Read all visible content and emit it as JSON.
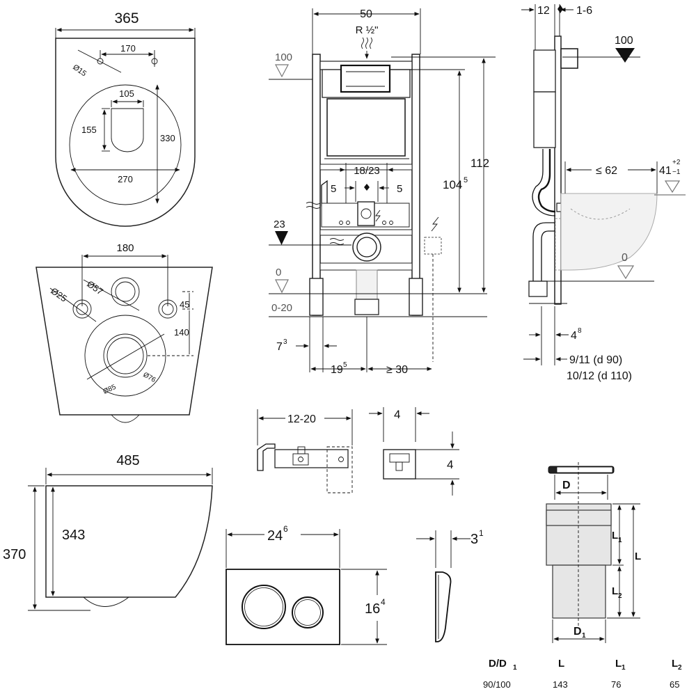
{
  "pan_top_view": {
    "width_365": "365",
    "spacing_170": "170",
    "hole_dia_15": "Ø15",
    "opening_105": "105",
    "opening_155": "155",
    "depth_330": "330",
    "width_270": "270"
  },
  "pan_rear_view": {
    "spacing_180": "180",
    "dia_25": "Ø25",
    "dia_57": "Ø57",
    "offset_45": "45",
    "height_140": "140",
    "dia_85": "Ø85",
    "dia_76": "Ø76"
  },
  "pan_side_view": {
    "length_485": "485",
    "height_370": "370",
    "height_343": "343"
  },
  "frame_front": {
    "width_50": "50",
    "thread_r12": "R ½\"",
    "level_100": "100",
    "height_112": "112",
    "height_1045": "104",
    "height_1045_sup": "5",
    "spacing_1823": "18/23",
    "offset_5_left": "5",
    "offset_5_right": "5",
    "level_23": "23",
    "level_0": "0",
    "range_0_20": "0-20",
    "foot_73": "7",
    "foot_73_sup": "3",
    "foot_195": "19",
    "foot_195_sup": "5",
    "min_30": "≥ 30"
  },
  "frame_side": {
    "depth_12": "12",
    "range_1_6": "1-6",
    "level_100": "100",
    "max_62": "≤ 62",
    "height_41": "41",
    "tol_plus": "+2",
    "tol_minus": "−1",
    "level_0": "0",
    "offset_48": "4",
    "offset_48_sup": "8",
    "d90_spec": "9/11   (d 90)",
    "d110_spec": "10/12 (d 110)"
  },
  "bracket": {
    "range_12_20": "12-20",
    "width_4": "4",
    "height_4": "4"
  },
  "flush_plate": {
    "width_246": "24",
    "width_246_sup": "6",
    "height_164": "16",
    "height_164_sup": "4",
    "depth_31": "3",
    "depth_31_sup": "1"
  },
  "connector": {
    "label_D": "D",
    "label_L1": "L",
    "label_L1_sub": "1",
    "label_L": "L",
    "label_L2": "L",
    "label_L2_sub": "2",
    "label_D1": "D",
    "label_D1_sub": "1",
    "table": {
      "headers": [
        "D/D",
        "L",
        "L",
        "L"
      ],
      "header_subs": [
        "1",
        "",
        "1",
        "2"
      ],
      "row": [
        "90/100",
        "143",
        "76",
        "65"
      ]
    }
  }
}
